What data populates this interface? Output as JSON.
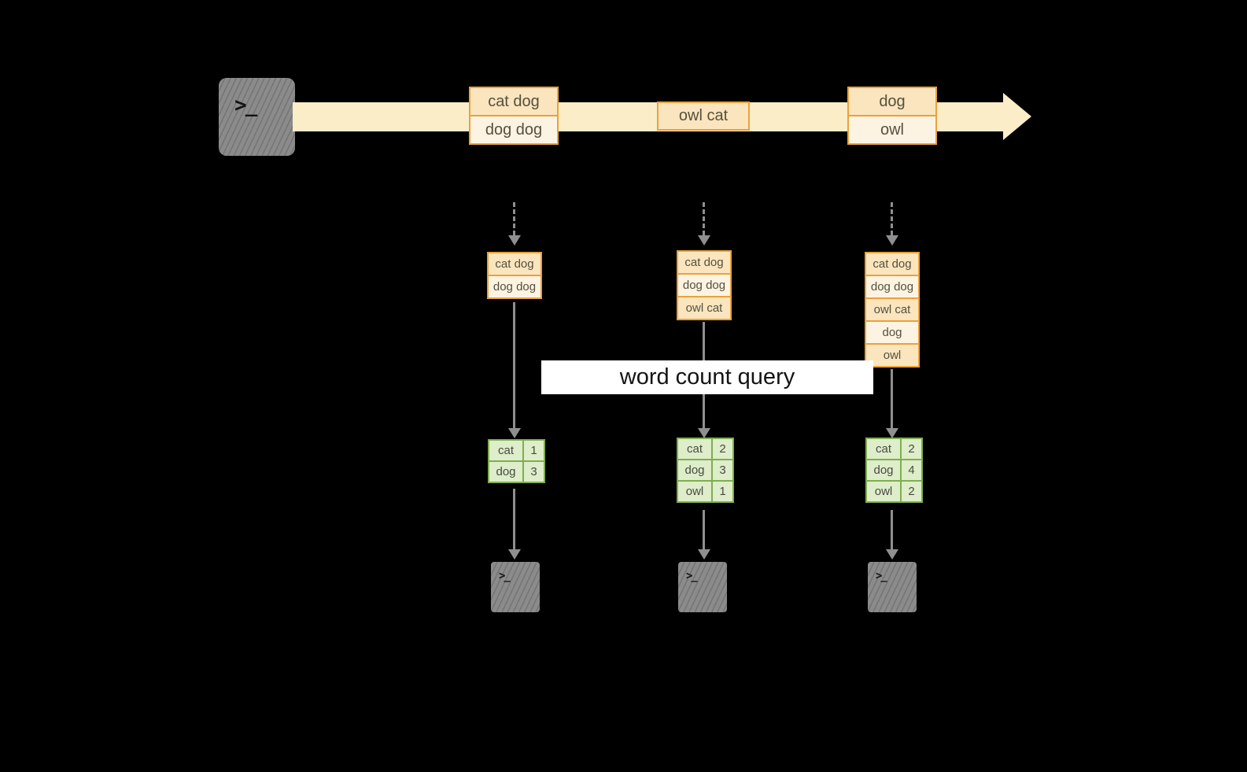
{
  "diagram": {
    "query_label": "word count query",
    "terminal_glyph": ">_",
    "colors": {
      "background": "#000000",
      "stream_fill": "#FBEDC7",
      "record_border": "#E9A23B",
      "record_fill_dark": "#FAE5BE",
      "record_fill_light": "#FDF3E2",
      "table_border": "#7FAE4F",
      "table_fill": "#DEEDCA",
      "arrow_gray": "#8F8F8F",
      "terminal_gray": "#8B8B8B",
      "banner_bg": "#FFFFFF"
    },
    "stream": {
      "batches": [
        {
          "cells": [
            "cat dog",
            "dog dog"
          ]
        },
        {
          "cells": [
            "owl cat"
          ]
        },
        {
          "cells": [
            "dog",
            "owl"
          ]
        }
      ]
    },
    "columns": [
      {
        "stack": [
          "cat dog",
          "dog dog"
        ],
        "table": [
          {
            "word": "cat",
            "count": "1"
          },
          {
            "word": "dog",
            "count": "3"
          }
        ]
      },
      {
        "stack": [
          "cat dog",
          "dog dog",
          "owl cat"
        ],
        "table": [
          {
            "word": "cat",
            "count": "2"
          },
          {
            "word": "dog",
            "count": "3"
          },
          {
            "word": "owl",
            "count": "1"
          }
        ]
      },
      {
        "stack": [
          "cat dog",
          "dog dog",
          "owl cat",
          "dog",
          "owl"
        ],
        "table": [
          {
            "word": "cat",
            "count": "2"
          },
          {
            "word": "dog",
            "count": "4"
          },
          {
            "word": "owl",
            "count": "2"
          }
        ]
      }
    ]
  }
}
